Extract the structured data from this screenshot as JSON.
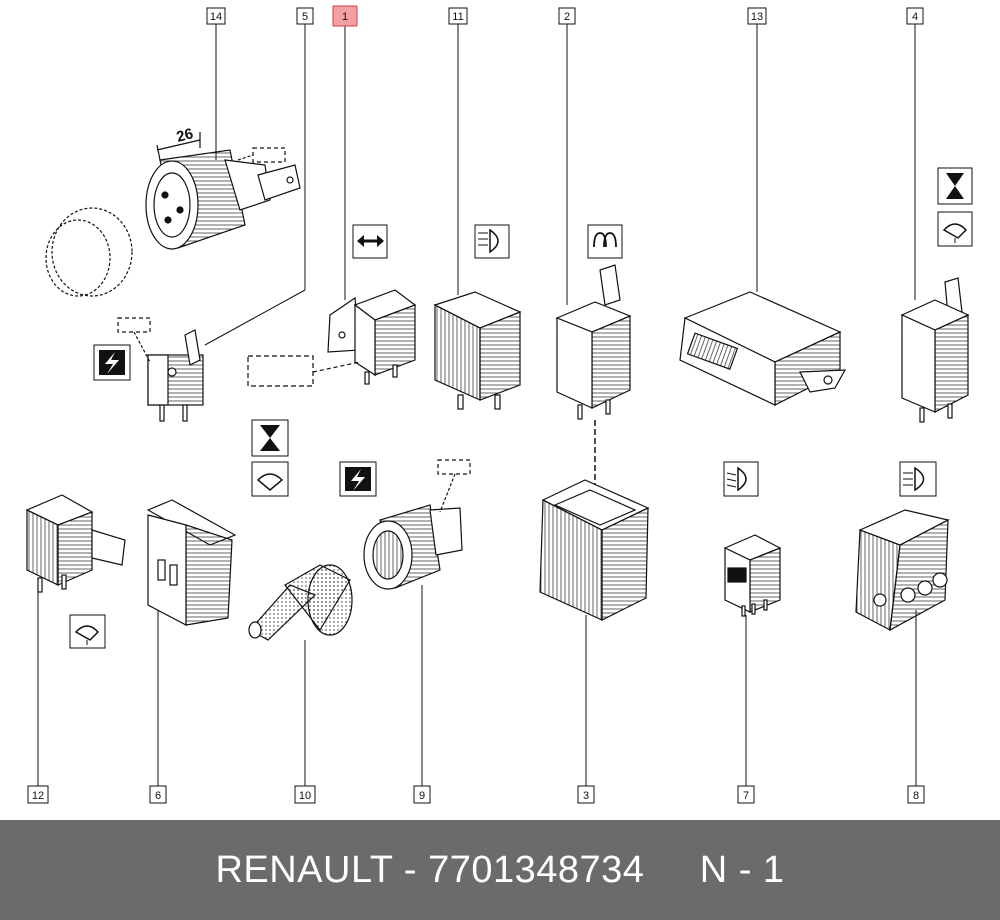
{
  "callouts": {
    "c1": "1",
    "c2": "2",
    "c3": "3",
    "c4": "4",
    "c5": "5",
    "c6": "6",
    "c7": "7",
    "c8": "8",
    "c9": "9",
    "c10": "10",
    "c11": "11",
    "c12": "12",
    "c13": "13",
    "c14": "14"
  },
  "highlighted_callout": "1",
  "dimension_label": "26",
  "colors": {
    "highlight": "#f4a0a0",
    "footer_bg": "#6b6b6b",
    "footer_text": "#ffffff",
    "line": "#111111"
  },
  "icons": [
    "arrows-left-right-icon",
    "headlamp-icon",
    "glow-plug-icon",
    "hourglass-icon",
    "wiper-icon",
    "lightning-icon",
    "low-beam-icon",
    "rear-fog-icon"
  ],
  "footer": {
    "text": "RENAULT - 7701348734     N - 1"
  }
}
